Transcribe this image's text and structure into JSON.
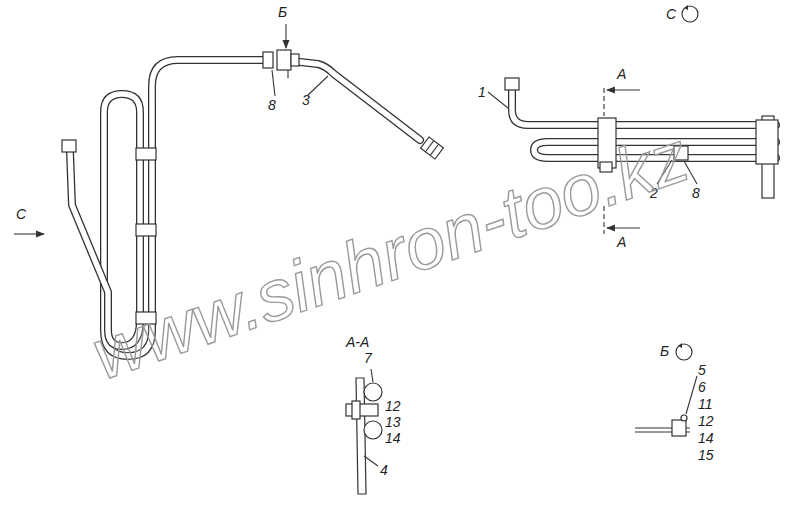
{
  "diagram": {
    "labels": [
      "Б",
      "8",
      "3",
      "С",
      "1",
      "А",
      "2",
      "8",
      "А",
      "С",
      "А-А",
      "7",
      "12",
      "13",
      "14",
      "4",
      "Б",
      "5",
      "6",
      "11",
      "12",
      "14",
      "15",
      "www.sinhron-too.kz"
    ]
  }
}
